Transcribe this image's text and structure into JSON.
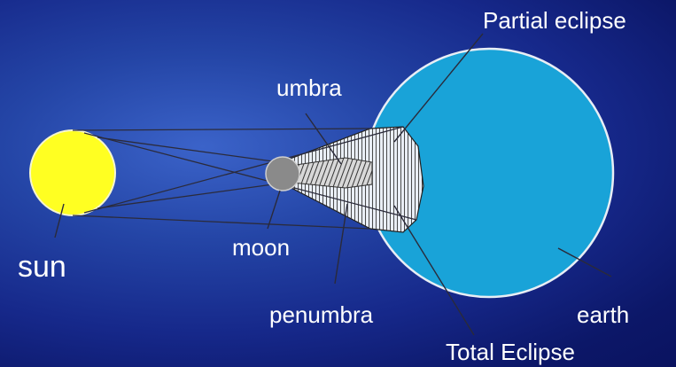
{
  "labels": {
    "partial_eclipse": "Partial eclipse",
    "umbra": "umbra",
    "sun": "sun",
    "moon": "moon",
    "penumbra": "penumbra",
    "earth": "earth",
    "total_eclipse": "Total Eclipse"
  },
  "colors": {
    "sun": "#ffff22",
    "moon": "#8a8a8a",
    "earth": "#19a3d8",
    "background": "#1a2f95",
    "lines": "#2a2a3a",
    "label_text": "#ffffff"
  }
}
